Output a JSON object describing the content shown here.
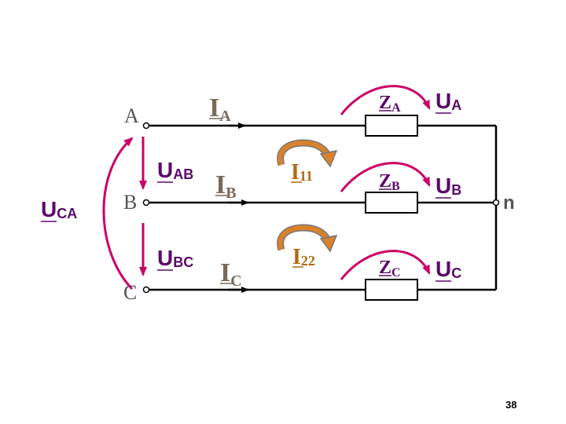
{
  "colors": {
    "wire": "#000000",
    "voltage": "#cc0066",
    "current_label": "#7a6a5a",
    "loop_current": "#b06a10",
    "loop_arrow": "#d9822b",
    "impedance": "#5a0a6a",
    "node_label": "#555555"
  },
  "nodes": {
    "a": "A",
    "b": "B",
    "c": "C",
    "n": "n"
  },
  "line_currents": {
    "a": {
      "main": "I",
      "sub": "A"
    },
    "b": {
      "main": "I",
      "sub": "B"
    },
    "c": {
      "main": "I",
      "sub": "C"
    }
  },
  "line_voltages": {
    "ab": {
      "main": "U",
      "sub": "AB"
    },
    "bc": {
      "main": "U",
      "sub": "BC"
    },
    "ca": {
      "main": "U",
      "sub": "CA"
    }
  },
  "phase_voltages": {
    "a": {
      "main": "U",
      "sub": "A"
    },
    "b": {
      "main": "U",
      "sub": "B"
    },
    "c": {
      "main": "U",
      "sub": "C"
    }
  },
  "impedances": {
    "a": {
      "main": "Z",
      "sub": "A"
    },
    "b": {
      "main": "Z",
      "sub": "B"
    },
    "c": {
      "main": "Z",
      "sub": "C"
    }
  },
  "loop_currents": {
    "i11": {
      "main": "I",
      "sub": "11"
    },
    "i22": {
      "main": "I",
      "sub": "22"
    }
  },
  "page_number": "38"
}
